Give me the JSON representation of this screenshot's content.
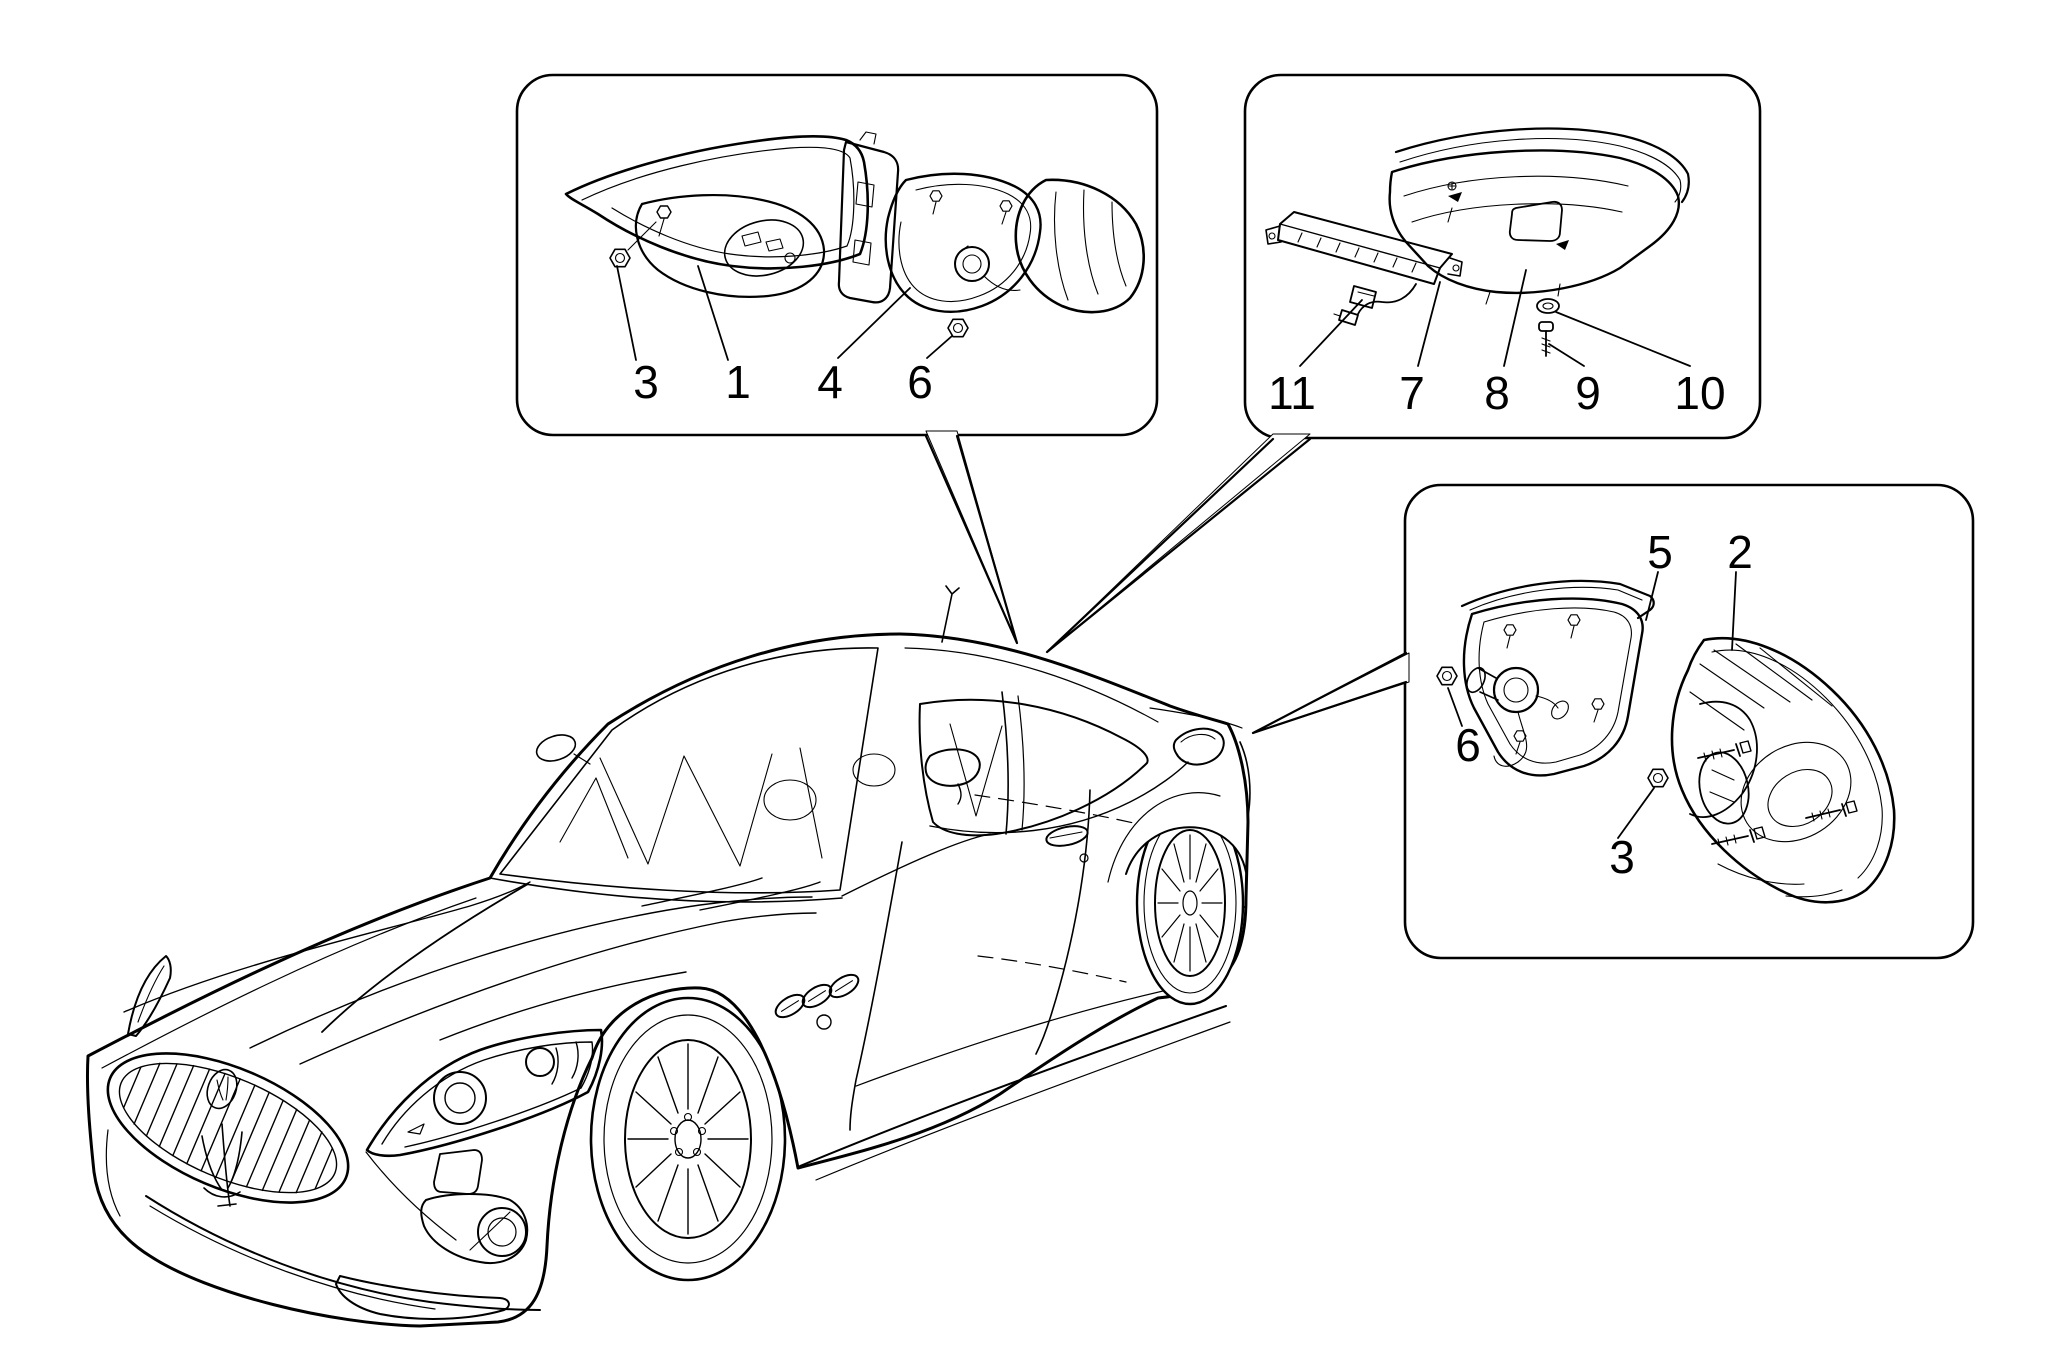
{
  "colors": {
    "background": "#ffffff",
    "ink": "#000000"
  },
  "callouts": {
    "rear_lights": {
      "labels": [
        "3",
        "1",
        "4",
        "6"
      ]
    },
    "third_stop_light": {
      "labels": [
        "11",
        "7",
        "8",
        "9",
        "10"
      ]
    },
    "rear_lights_right": {
      "labels": [
        "5",
        "2",
        "6",
        "3"
      ]
    }
  }
}
